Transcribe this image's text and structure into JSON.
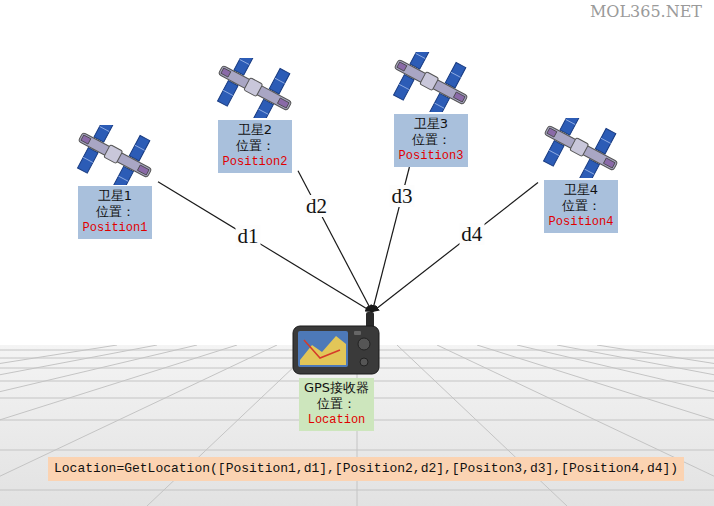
{
  "diagram": {
    "nodes": [
      {
        "text": [
          "卫星1",
          "位置：",
          "Position1"
        ]
      },
      {
        "text": [
          "卫星2",
          "位置：",
          "Position2"
        ]
      },
      {
        "text": [
          "卫星3",
          "位置：",
          "Position3"
        ]
      },
      {
        "text": [
          "卫星4",
          "位置：",
          "Position4"
        ]
      },
      {
        "text": [
          "GPS接收器",
          "位置：",
          "Location"
        ]
      },
      {
        "text": [
          "Location=GetLocation([Position1,d1],[Position2,d2],[Positon3,d3],[Position4,d4])"
        ]
      }
    ],
    "edges": [
      {
        "from": 0,
        "to": 4,
        "label": "d1",
        "arrow": "to"
      },
      {
        "from": 1,
        "to": 4,
        "label": "d2",
        "arrow": "to"
      },
      {
        "from": 2,
        "to": 4,
        "label": "d3",
        "arrow": "to"
      },
      {
        "from": 3,
        "to": 4,
        "label": "d4",
        "arrow": "to"
      }
    ],
    "labels": [
      "MOL365.NET"
    ]
  }
}
